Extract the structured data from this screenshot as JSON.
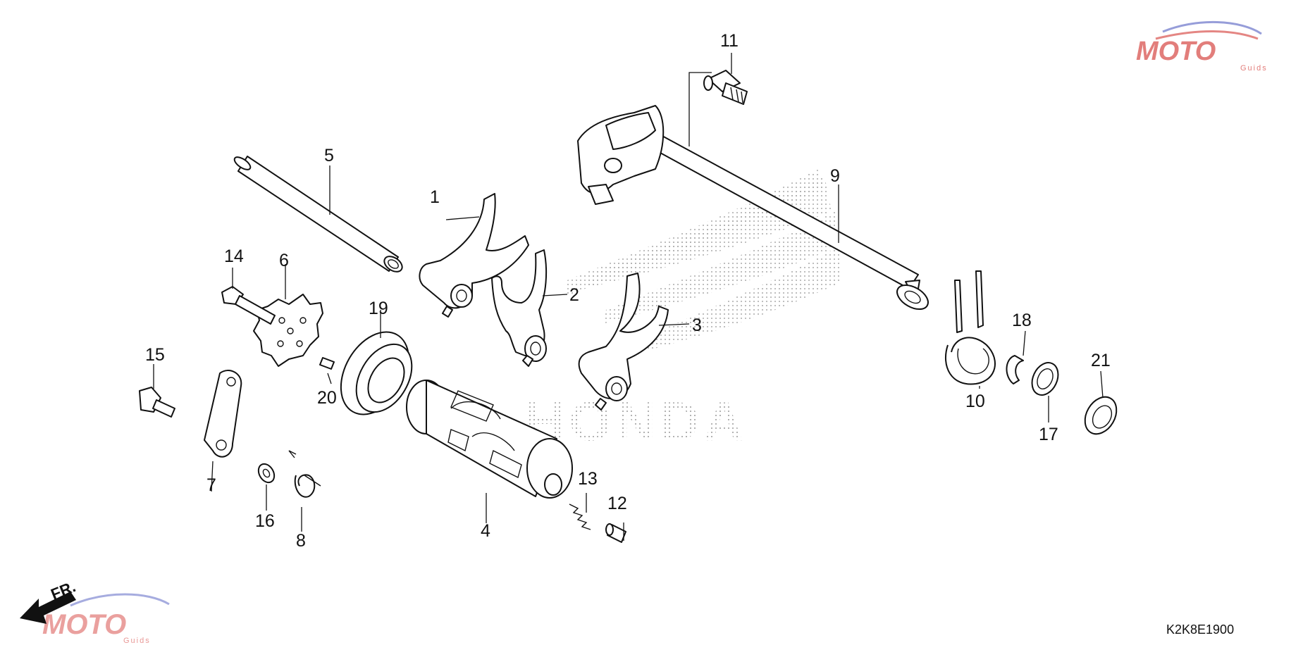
{
  "diagram": {
    "code": "K2K8E1900",
    "direction_label": "FR.",
    "callouts": [
      "1",
      "2",
      "3",
      "4",
      "5",
      "6",
      "7",
      "8",
      "9",
      "10",
      "11",
      "12",
      "13",
      "14",
      "15",
      "16",
      "17",
      "18",
      "19",
      "20",
      "21"
    ]
  },
  "brand": {
    "watermark": "HONDA",
    "logo_main": "MOTO",
    "logo_sub": "Guids",
    "accent_red": "#d9534f",
    "accent_blue": "#6a74c9"
  }
}
